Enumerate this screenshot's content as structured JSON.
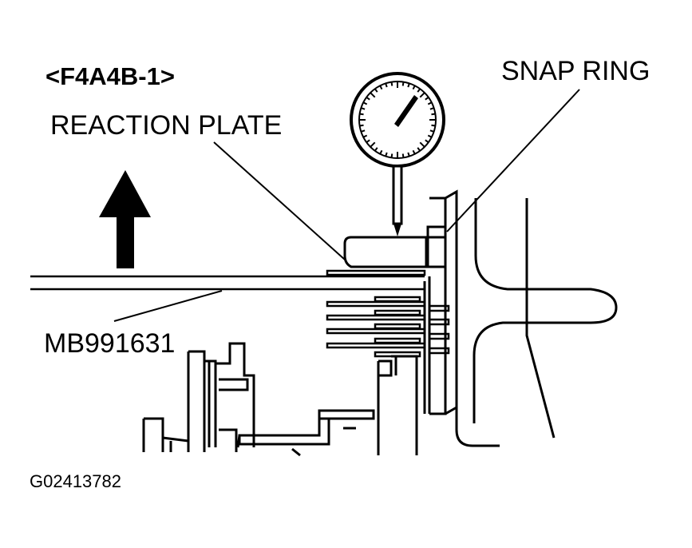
{
  "labels": {
    "model_code": "<F4A4B-1>",
    "snap_ring": "SNAP RING",
    "reaction_plate": "REACTION PLATE",
    "tool": "MB991631",
    "figure_id": "G02413782"
  },
  "colors": {
    "ink": "#000000",
    "paper": "#ffffff"
  },
  "icons": {
    "direction_arrow": "up-arrow-icon",
    "gauge": "dial-indicator"
  }
}
